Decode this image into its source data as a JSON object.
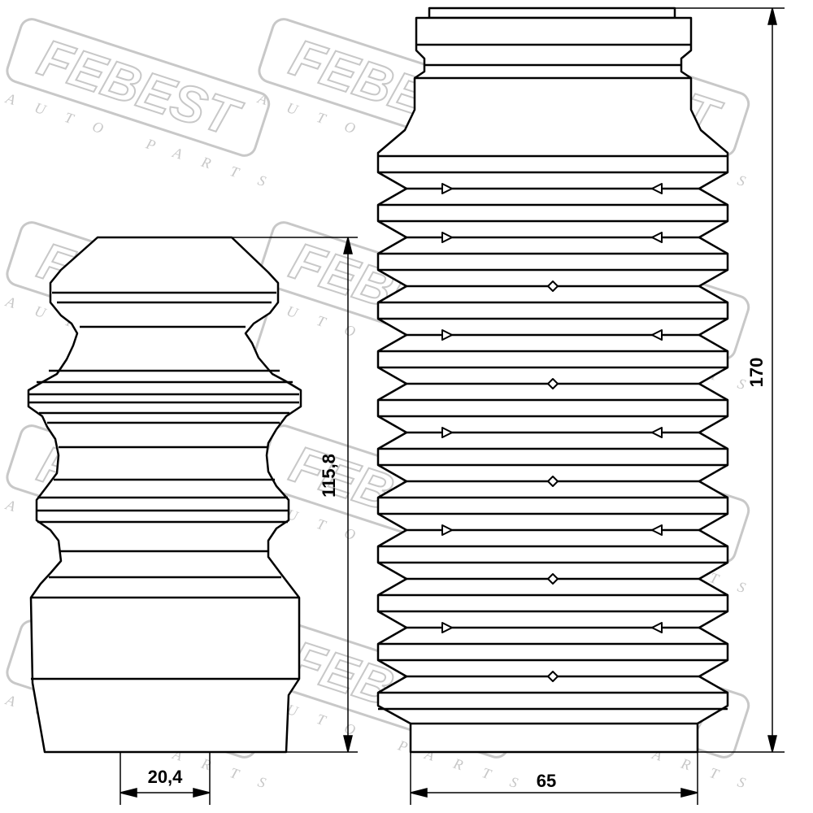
{
  "watermark": {
    "brand": "FEBEST",
    "sub": "AUTO PARTS",
    "color": "#c8c8c8"
  },
  "parts": {
    "bump_stop": {
      "name": "bump-stop"
    },
    "dust_boot": {
      "name": "dust-boot"
    }
  },
  "dimensions": {
    "bump_stop_height": "115,8",
    "bump_stop_inner_diameter": "20,4",
    "boot_length": "170",
    "boot_diameter": "65"
  },
  "colors": {
    "line": "#000000",
    "background": "#ffffff"
  }
}
